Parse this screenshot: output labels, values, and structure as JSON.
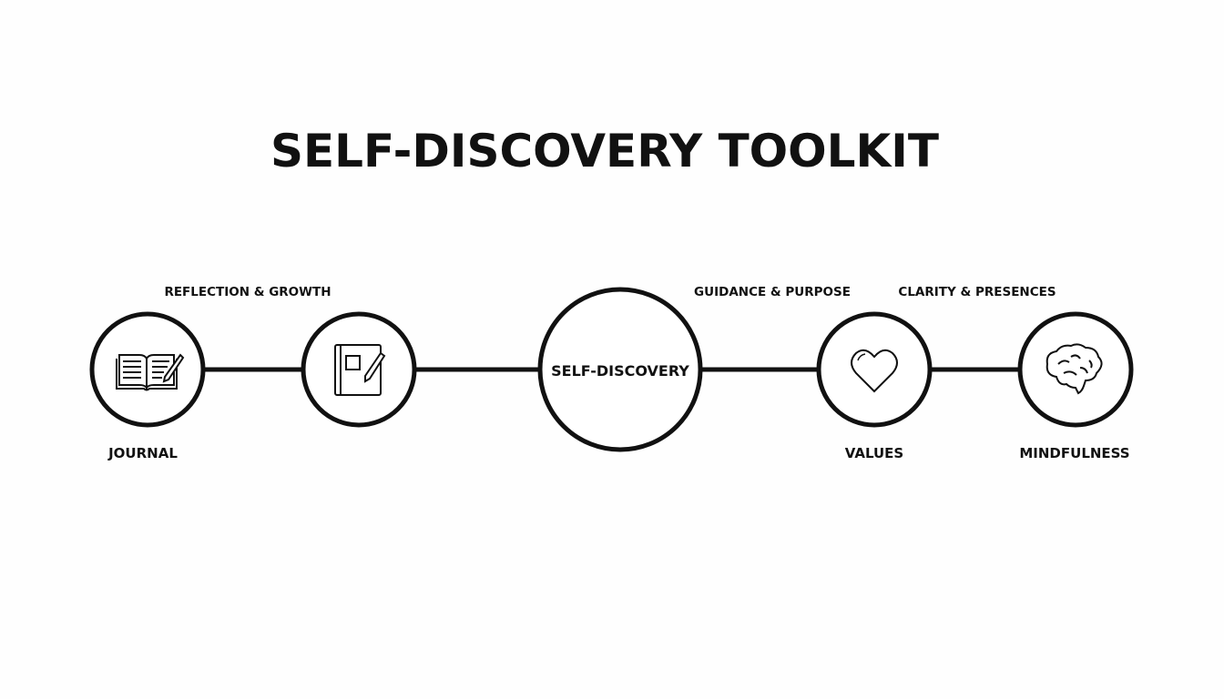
{
  "title": "SELF-DISCOVERY TOOLKIT",
  "center": {
    "label": "SELF-DISCOVERY"
  },
  "captions": {
    "reflection": "REFLECTION & GROWTH",
    "guidance": "GUIDANCE & PURPOSE",
    "clarity": "CLARITY & PRESENCES"
  },
  "nodes": {
    "journal": {
      "label": "JOURNAL",
      "icon": "open-book-pencil-icon"
    },
    "notebook": {
      "icon": "notebook-pencil-icon"
    },
    "values": {
      "label": "VALUES",
      "icon": "heart-icon"
    },
    "mindfulness": {
      "label": "MINDFULNESS",
      "icon": "brain-icon"
    }
  },
  "colors": {
    "stroke": "#111111",
    "background": "#fefefe"
  }
}
